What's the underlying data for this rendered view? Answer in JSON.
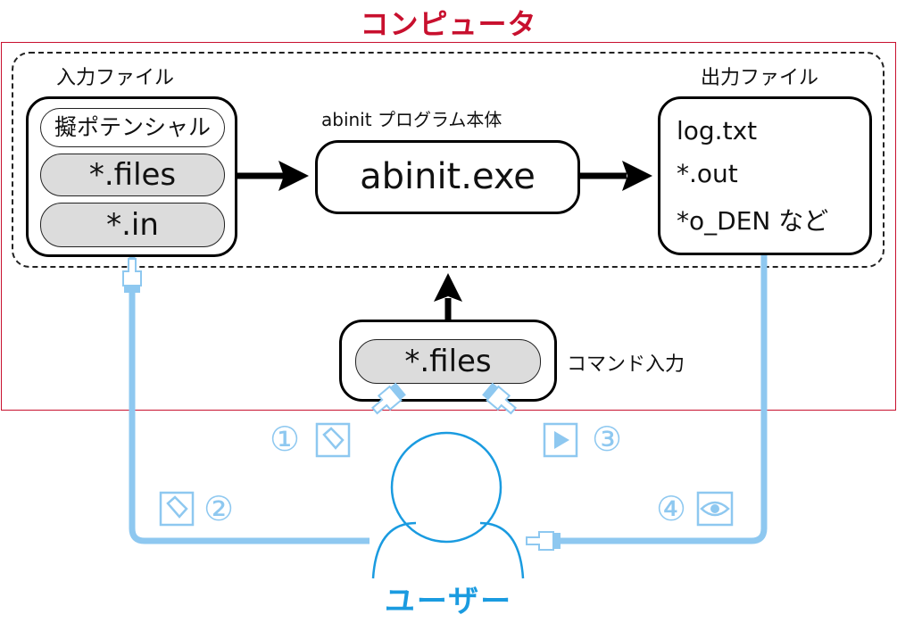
{
  "diagram": {
    "computer_title": "コンピュータ",
    "user_title": "ユーザー",
    "input_section": {
      "heading": "入力ファイル",
      "items": [
        "擬ポテンシャル",
        "*.files",
        "*.in"
      ]
    },
    "program_section": {
      "heading": "abinit プログラム本体",
      "exe": "abinit.exe"
    },
    "output_section": {
      "heading": "出力ファイル",
      "lines": [
        "log.txt",
        "*.out",
        "*o_DEN など"
      ]
    },
    "command": {
      "file": "*.files",
      "label": "コマンド入力"
    },
    "steps": [
      {
        "number": "①",
        "icon": "edit-icon"
      },
      {
        "number": "②",
        "icon": "edit-icon"
      },
      {
        "number": "③",
        "icon": "play-icon"
      },
      {
        "number": "④",
        "icon": "eye-icon"
      }
    ]
  },
  "colors": {
    "computer_red": "#c8102e",
    "user_blue": "#1a9be0",
    "flow_light_blue": "#8ec8f0",
    "pill_gray": "#dcdcdc"
  }
}
